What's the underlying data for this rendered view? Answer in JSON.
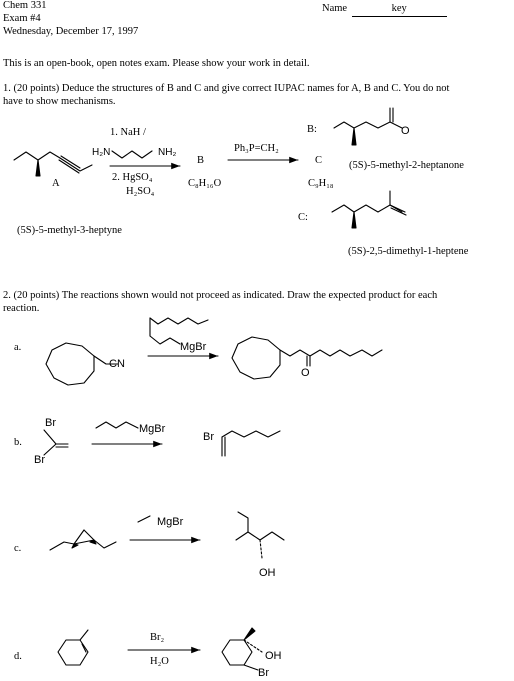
{
  "header": {
    "course": "Chem 331",
    "exam": "Exam #4",
    "date": "Wednesday, December 17, 1997",
    "name_label": "Name",
    "name_value": "key"
  },
  "instructions": "This is an open-book, open notes exam.  Please show your work in detail.",
  "q1": {
    "prompt_line1": "1.  (20 points) Deduce the structures of B and C and give correct IUPAC names for A, B and C.  You do not",
    "prompt_line2": "have to show mechanisms.",
    "step1": "1. NaH /",
    "diamine_left": "H₂N",
    "diamine_right": "NH₂",
    "step2": "2. HgSO₄",
    "step2b": "H₂SO₄",
    "label_A": "A",
    "name_A": "(5S)-5-methyl-3-heptyne",
    "label_B": "B",
    "formula_B": "C₈H₁₆O",
    "reagent_wittig": "Ph₃P=CH₂",
    "label_C": "C",
    "formula_C": "C₉H₁₈",
    "answer_B_label": "B:",
    "answer_B_name": "(5S)-5-methyl-2-heptanone",
    "answer_B_O": "O",
    "answer_C_label": "C:",
    "answer_C_name": "(5S)-2,5-dimethyl-1-heptene"
  },
  "q2": {
    "prompt_line1": "2.  (20 points)  The reactions shown would not proceed as indicated.  Draw the expected product for each",
    "prompt_line2": "reaction.",
    "a": {
      "label": "a.",
      "CN": "CN",
      "reagent": "MgBr",
      "O": "O"
    },
    "b": {
      "label": "b.",
      "Br_top": "Br",
      "Br_bottom": "Br",
      "reagent": "MgBr",
      "product_Br": "Br"
    },
    "c": {
      "label": "c.",
      "reagent": "MgBr",
      "OH": "OH"
    },
    "d": {
      "label": "d.",
      "reagent_top": "Br₂",
      "reagent_bottom": "H₂O",
      "OH": "OH",
      "Br": "Br"
    }
  }
}
